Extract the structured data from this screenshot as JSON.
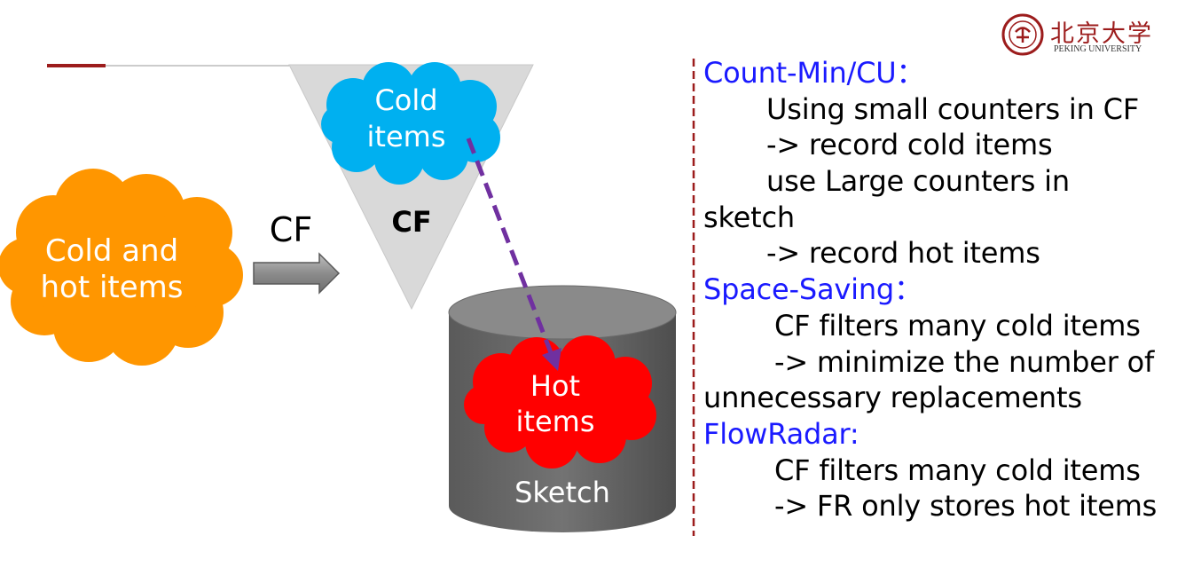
{
  "logo": {
    "chinese_name": "北京大学",
    "english_name": "PEKING UNIVERSITY"
  },
  "diagram": {
    "input_cloud_line1": "Cold and",
    "input_cloud_line2": "hot items",
    "arrow_label": "CF",
    "funnel_label": "CF",
    "cold_cloud_line1": "Cold",
    "cold_cloud_line2": "items",
    "hot_cloud_line1": "Hot",
    "hot_cloud_line2": "items",
    "sketch_label": "Sketch"
  },
  "text_panel": {
    "lines": [
      "Count-Min/CU：",
      "Using small counters in CF",
      "-> record cold items",
      "use Large counters in",
      "sketch",
      "-> record hot items",
      "Space-Saving：",
      "CF filters many cold items",
      "-> minimize the number of",
      "unnecessary replacements",
      "FlowRadar:",
      "CF filters many cold items",
      "-> FR only stores hot items"
    ]
  },
  "colors": {
    "input_cloud": "#ff9600",
    "cold_cloud": "#00b0f0",
    "hot_cloud": "#ff0000",
    "funnel": "#d9d9d9",
    "cylinder": "#636363",
    "dashed_arrow": "#7030a0",
    "heading_blue": "#1a1aff",
    "divider": "#9c1c1c"
  }
}
